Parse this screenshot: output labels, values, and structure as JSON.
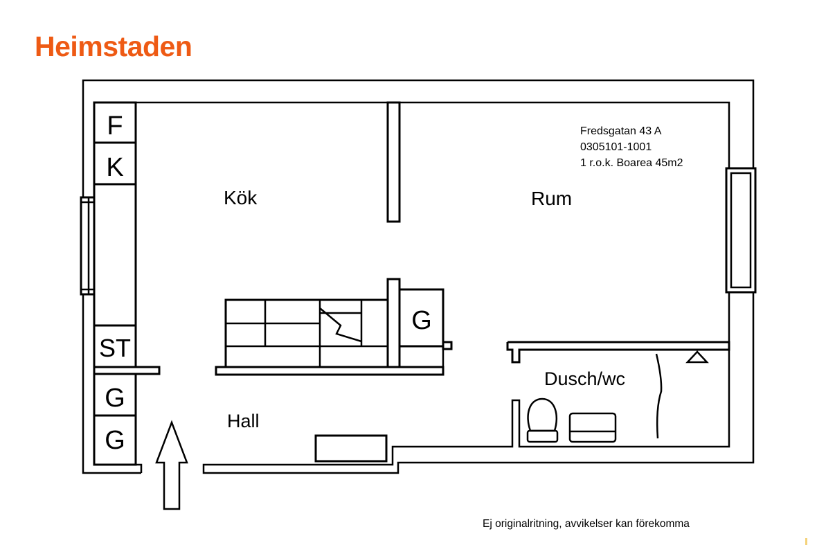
{
  "brand": {
    "logo_text": "Heimstaden",
    "color": "#ee5a14"
  },
  "info": {
    "address": "Fredsgatan 43 A",
    "object_id": "0305101-1001",
    "summary": "1 r.o.k. Boarea 45m2"
  },
  "rooms": {
    "kitchen": "Kök",
    "room": "Rum",
    "hall": "Hall",
    "bathroom": "Dusch/wc"
  },
  "cabinets": {
    "f": "F",
    "k": "K",
    "st": "ST",
    "g1": "G",
    "g2": "G",
    "g3": "G"
  },
  "footer": {
    "disclaimer": "Ej originalritning, avvikelser kan förekomma"
  }
}
